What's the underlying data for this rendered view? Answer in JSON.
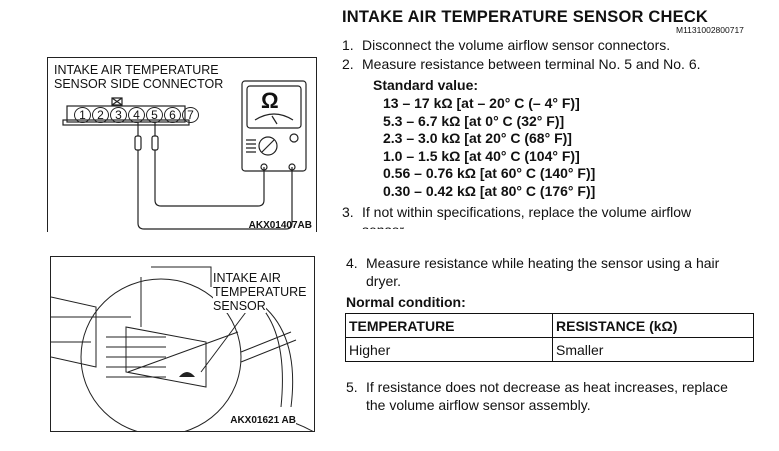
{
  "header": {
    "title": "INTAKE AIR TEMPERATURE SENSOR CHECK",
    "code": "M1131002800717"
  },
  "steps": [
    {
      "num": "1.",
      "text": "Disconnect the volume airflow sensor connectors."
    },
    {
      "num": "2.",
      "text": "Measure resistance between terminal No. 5 and No. 6."
    },
    {
      "num": "3.",
      "text": "If not within specifications, replace the volume airflow",
      "text2": "sensor."
    },
    {
      "num": "4.",
      "text": "Measure resistance while heating the sensor using a hair",
      "text2": "dryer."
    },
    {
      "num": "5.",
      "text": "If resistance does not decrease as heat increases, replace",
      "text2": "the volume airflow sensor assembly."
    }
  ],
  "standard": {
    "label": "Standard value:",
    "values": [
      "13 – 17 kΩ [at – 20° C (– 4° F)]",
      "5.3 – 6.7 kΩ [at 0° C (32° F)]",
      "2.3 – 3.0 kΩ [at 20° C (68° F)]",
      "1.0 – 1.5 kΩ [at 40° C (104° F)]",
      "0.56 – 0.76 kΩ [at 60° C (140° F)]",
      "0.30 – 0.42 kΩ [at 80° C (176° F)]"
    ]
  },
  "normal_condition": {
    "label": "Normal condition:",
    "headers": [
      "TEMPERATURE",
      "RESISTANCE (kΩ)"
    ],
    "rows": [
      [
        "Higher",
        "Smaller"
      ]
    ]
  },
  "figure1": {
    "label_line1": "INTAKE AIR TEMPERATURE",
    "label_line2": "SENSOR SIDE CONNECTOR",
    "pins": [
      "1",
      "2",
      "3",
      "4",
      "5",
      "6",
      "7"
    ],
    "meter_symbol": "Ω",
    "code": "AKX01407AB"
  },
  "figure2": {
    "label_line1": "INTAKE AIR",
    "label_line2": "TEMPERATURE",
    "label_line3": "SENSOR",
    "code": "AKX01621 AB"
  }
}
